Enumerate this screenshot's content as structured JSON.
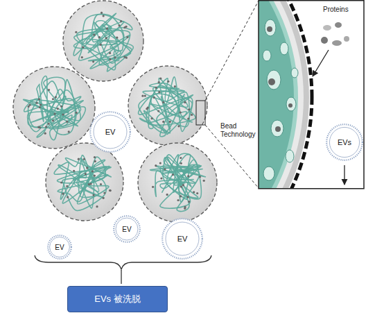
{
  "diagram": {
    "nodes": [
      {
        "text": [
          "EV"
        ]
      },
      {
        "text": [
          "EVs"
        ]
      },
      {
        "text": [
          "EV"
        ]
      },
      {
        "text": [
          "EV"
        ]
      },
      {
        "text": [
          "EV"
        ]
      },
      {
        "text": [
          "EVs 被洗脱"
        ]
      }
    ],
    "labels": [
      "Proteins",
      "Bead Technology"
    ]
  }
}
